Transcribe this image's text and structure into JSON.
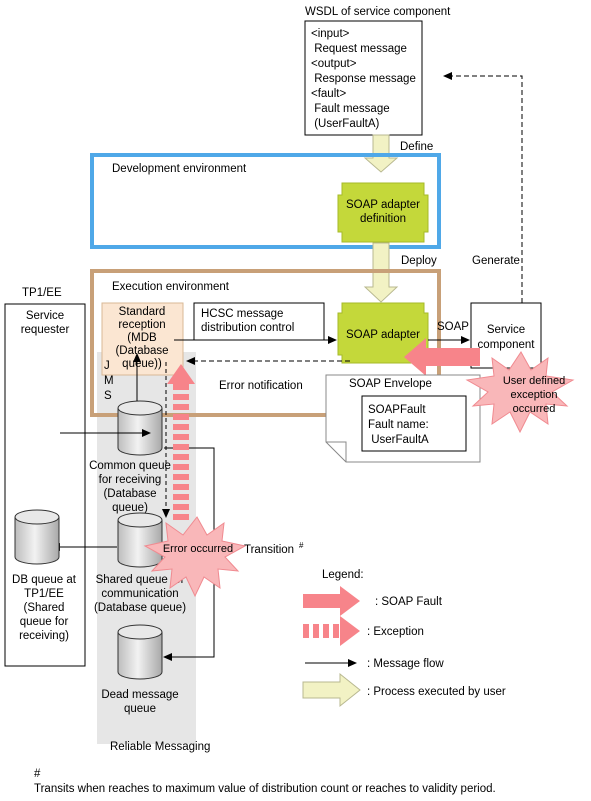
{
  "wsdl": {
    "title": "WSDL of service component",
    "lines": [
      "<input>",
      " Request message",
      "<output>",
      " Response message",
      "<fault>",
      " Fault message",
      " (UserFaultA)"
    ]
  },
  "labels": {
    "define": "Define",
    "deploy": "Deploy",
    "generate": "Generate",
    "soap": "SOAP",
    "error_notification": "Error notification",
    "transition": "Transition",
    "transition_mark": "#",
    "reliable_messaging": "Reliable Messaging",
    "jms": [
      "J",
      "M",
      "S"
    ]
  },
  "environments": {
    "development": "Development environment",
    "execution": "Execution environment"
  },
  "soap_adapter_definition": [
    "SOAP adapter",
    "definition"
  ],
  "soap_adapter": "SOAP adapter",
  "hcsc": [
    "HCSC message",
    "distribution control"
  ],
  "standard_reception": [
    "Standard",
    "reception",
    "(MDB",
    "(Database",
    "queue))"
  ],
  "service_component": [
    "Service",
    "component"
  ],
  "tp1": {
    "title": "TP1/EE",
    "service_requester": [
      "Service",
      "requester"
    ],
    "db_queue": [
      "DB queue at",
      "TP1/EE",
      "(Shared",
      "queue for",
      "receiving)"
    ]
  },
  "queues": {
    "common": [
      "Common queue",
      "for receiving",
      "(Database",
      "queue)"
    ],
    "shared": [
      "Shared queue for",
      "communication",
      "(Database queue)"
    ],
    "dead": [
      "Dead message",
      "queue"
    ]
  },
  "soap_envelope": {
    "title": "SOAP Envelope",
    "lines": [
      "SOAPFault",
      "Fault name:",
      " UserFaultA"
    ]
  },
  "bursts": {
    "user_exception": [
      "User defined",
      "exception",
      "occurred"
    ],
    "error_occurred": "Error occurred"
  },
  "legend": {
    "title": "Legend:",
    "items": [
      ": SOAP Fault",
      ": Exception",
      ": Message flow",
      ": Process executed by user"
    ]
  },
  "footnote": {
    "mark": "#",
    "text": "Transits when reaches to maximum value of distribution count or reaches to validity period."
  },
  "colors": {
    "development_border": "#4fa8e8",
    "execution_border": "#c8a078",
    "soap_fault": "#f7848a",
    "exception": "#f7848a",
    "user_process": "#f2f2c4",
    "adapter_fill": "#c4d83a",
    "reception_fill": "#fbe6d2",
    "reliable_bg": "#e6e6e6",
    "burst_fill": "#f9b7b9"
  }
}
